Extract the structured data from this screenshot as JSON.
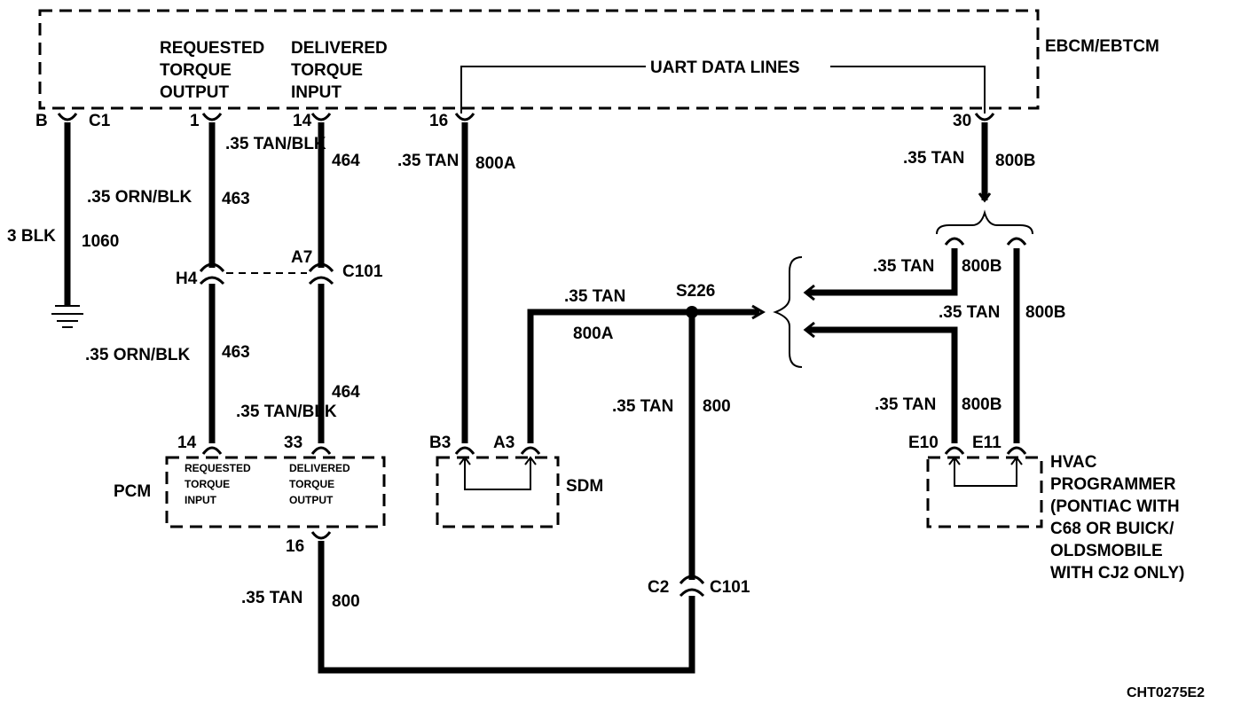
{
  "modules": {
    "ebcm": "EBCM/EBTCM",
    "pcm": "PCM",
    "sdm": "SDM",
    "hvac": [
      "HVAC",
      "PROGRAMMER",
      "(PONTIAC WITH",
      "C68 OR BUICK/",
      "OLDSMOBILE",
      "WITH CJ2 ONLY)"
    ]
  },
  "ebcm_labels": {
    "requested": [
      "REQUESTED",
      "TORQUE",
      "OUTPUT"
    ],
    "delivered": [
      "DELIVERED",
      "TORQUE",
      "INPUT"
    ],
    "uart": "UART DATA LINES"
  },
  "pcm_labels": {
    "requested": [
      "REQUESTED",
      "TORQUE",
      "INPUT"
    ],
    "delivered": [
      "DELIVERED",
      "TORQUE",
      "OUTPUT"
    ]
  },
  "pins": {
    "b": "B",
    "c1": "C1",
    "p1": "1",
    "p14": "14",
    "p16": "16",
    "p30": "30",
    "h4": "H4",
    "a7": "A7",
    "c101": "C101",
    "pcm14": "14",
    "pcm33": "33",
    "pcm16": "16",
    "b3": "B3",
    "a3": "A3",
    "c2": "C2",
    "c101b": "C101",
    "e10": "E10",
    "e11": "E11",
    "s226": "S226"
  },
  "wires": {
    "blk_size": "3 BLK",
    "blk_circ": "1060",
    "orn1": ".35 ORN/BLK",
    "c463a": "463",
    "orn2": ".35 ORN/BLK",
    "c463b": "463",
    "tanblk1": ".35 TAN/BLK",
    "c464a": "464",
    "tanblk2": ".35 TAN/BLK",
    "c464b": "464",
    "tan16": ".35 TAN",
    "c800a1": "800A",
    "tanA3": ".35 TAN",
    "c800a2": "800A",
    "tanS226": ".35 TAN",
    "c800a": "800",
    "tanPCM": ".35 TAN",
    "c800b": "800",
    "tan30": ".35 TAN",
    "c800B1": "800B",
    "tanR1": ".35 TAN",
    "c800B2": "800B",
    "tanR2": ".35 TAN",
    "c800B3": "800B",
    "tanE10": ".35 TAN",
    "c800B4": "800B"
  },
  "figure_id": "CHT0275E2"
}
